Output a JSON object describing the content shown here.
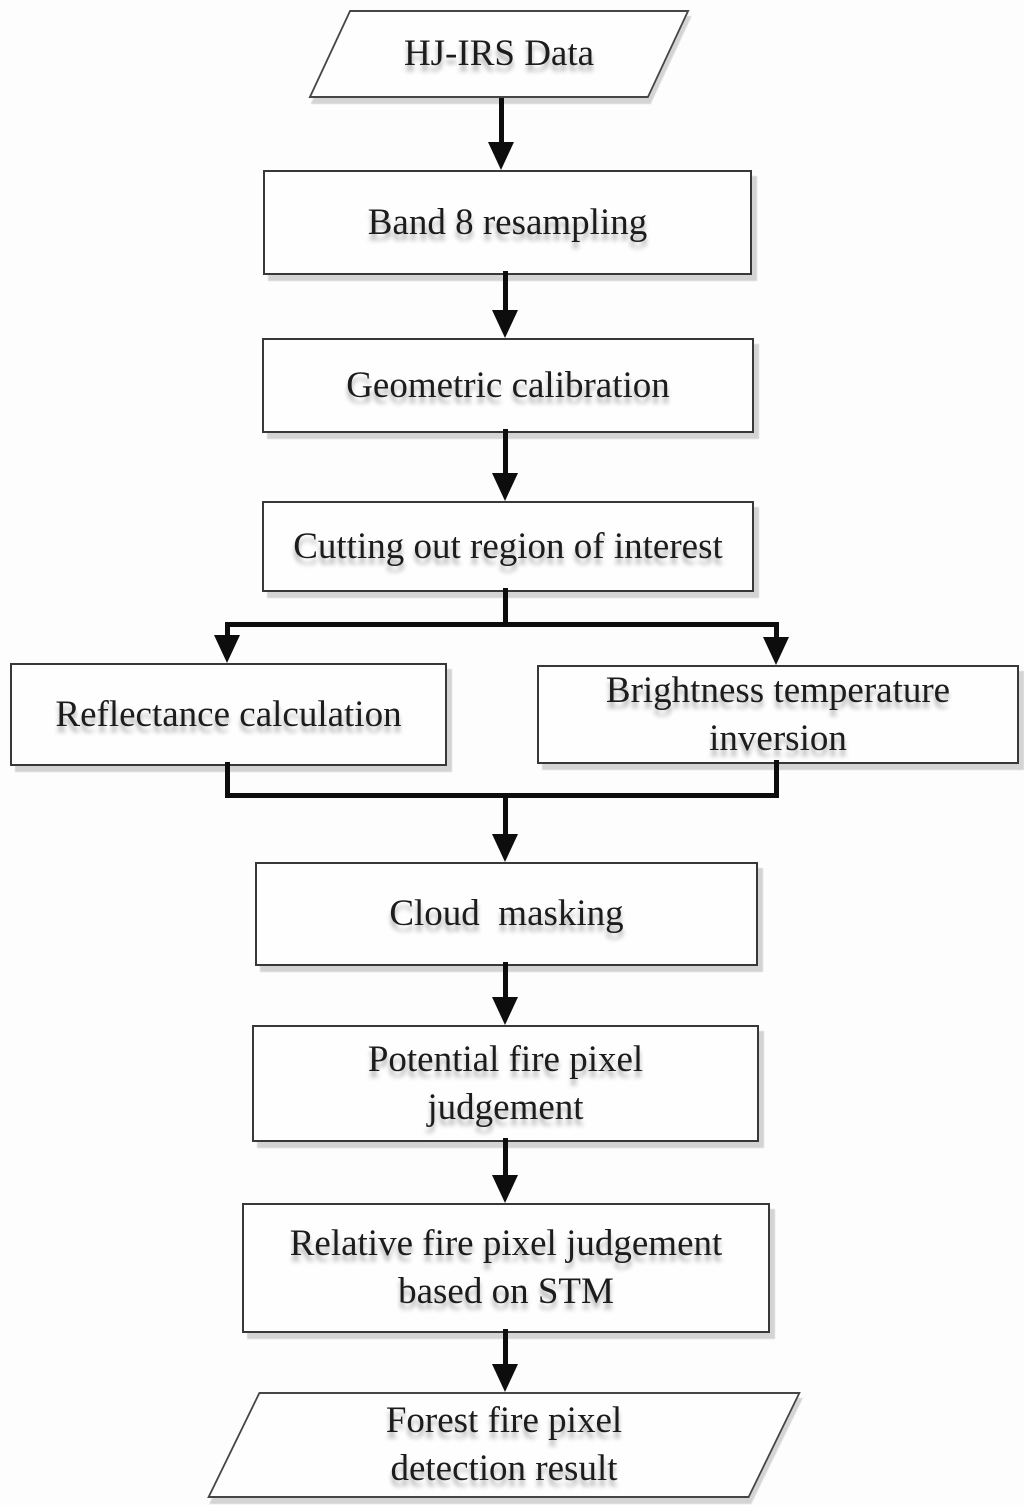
{
  "diagram": {
    "type": "flowchart",
    "colors": {
      "background": "#fdfdfd",
      "node_fill": "#fefefe",
      "node_border": "#383838",
      "connector": "#0d0d0d",
      "text": "#1c1c1c"
    },
    "nodes": {
      "input": {
        "label": "HJ-IRS Data",
        "shape": "parallelogram"
      },
      "band8": {
        "label": "Band 8 resampling",
        "shape": "rect"
      },
      "geometric": {
        "label": "Geometric calibration",
        "shape": "rect"
      },
      "cutting": {
        "label": "Cutting out region of interest",
        "shape": "rect"
      },
      "reflectance": {
        "label": "Reflectance calculation",
        "shape": "rect"
      },
      "brightness": {
        "label": "Brightness temperature\ninversion",
        "shape": "rect"
      },
      "cloud": {
        "label": "Cloud  masking",
        "shape": "rect"
      },
      "potential": {
        "label": "Potential fire pixel\njudgement",
        "shape": "rect"
      },
      "relative": {
        "label": "Relative fire pixel judgement\nbased on STM",
        "shape": "rect"
      },
      "result": {
        "label": "Forest fire pixel\ndetection result",
        "shape": "parallelogram"
      }
    },
    "edges": [
      {
        "from": "input",
        "to": "band8"
      },
      {
        "from": "band8",
        "to": "geometric"
      },
      {
        "from": "geometric",
        "to": "cutting"
      },
      {
        "from": "cutting",
        "to": "reflectance"
      },
      {
        "from": "cutting",
        "to": "brightness"
      },
      {
        "from": "reflectance",
        "to": "cloud"
      },
      {
        "from": "brightness",
        "to": "cloud"
      },
      {
        "from": "cloud",
        "to": "potential"
      },
      {
        "from": "potential",
        "to": "relative"
      },
      {
        "from": "relative",
        "to": "result"
      }
    ]
  }
}
